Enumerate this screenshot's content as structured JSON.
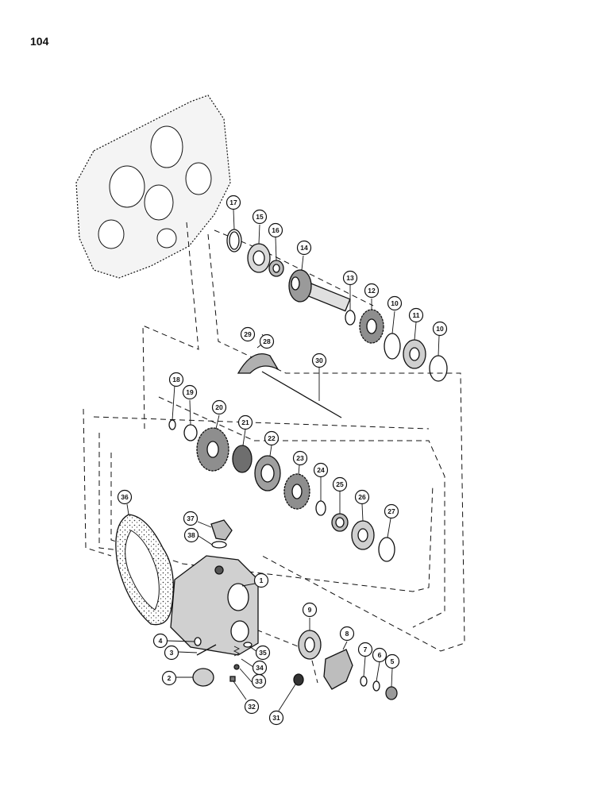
{
  "page": {
    "number": "104"
  },
  "callouts": [
    {
      "id": "c1",
      "label": "1"
    },
    {
      "id": "c2",
      "label": "2"
    },
    {
      "id": "c3",
      "label": "3"
    },
    {
      "id": "c4",
      "label": "4"
    },
    {
      "id": "c5",
      "label": "5"
    },
    {
      "id": "c6",
      "label": "6"
    },
    {
      "id": "c7",
      "label": "7"
    },
    {
      "id": "c8",
      "label": "8"
    },
    {
      "id": "c9",
      "label": "9"
    },
    {
      "id": "c10a",
      "label": "10"
    },
    {
      "id": "c10b",
      "label": "10"
    },
    {
      "id": "c11",
      "label": "11"
    },
    {
      "id": "c12",
      "label": "12"
    },
    {
      "id": "c13",
      "label": "13"
    },
    {
      "id": "c14",
      "label": "14"
    },
    {
      "id": "c15",
      "label": "15"
    },
    {
      "id": "c16",
      "label": "16"
    },
    {
      "id": "c17",
      "label": "17"
    },
    {
      "id": "c18",
      "label": "18"
    },
    {
      "id": "c19",
      "label": "19"
    },
    {
      "id": "c20",
      "label": "20"
    },
    {
      "id": "c21",
      "label": "21"
    },
    {
      "id": "c22",
      "label": "22"
    },
    {
      "id": "c23",
      "label": "23"
    },
    {
      "id": "c24",
      "label": "24"
    },
    {
      "id": "c25",
      "label": "25"
    },
    {
      "id": "c26",
      "label": "26"
    },
    {
      "id": "c27",
      "label": "27"
    },
    {
      "id": "c28",
      "label": "28"
    },
    {
      "id": "c29",
      "label": "29"
    },
    {
      "id": "c30",
      "label": "30"
    },
    {
      "id": "c31",
      "label": "31"
    },
    {
      "id": "c32",
      "label": "32"
    },
    {
      "id": "c33",
      "label": "33"
    },
    {
      "id": "c34",
      "label": "34"
    },
    {
      "id": "c35",
      "label": "35"
    },
    {
      "id": "c36",
      "label": "36"
    },
    {
      "id": "c37",
      "label": "37"
    },
    {
      "id": "c38",
      "label": "38"
    }
  ]
}
